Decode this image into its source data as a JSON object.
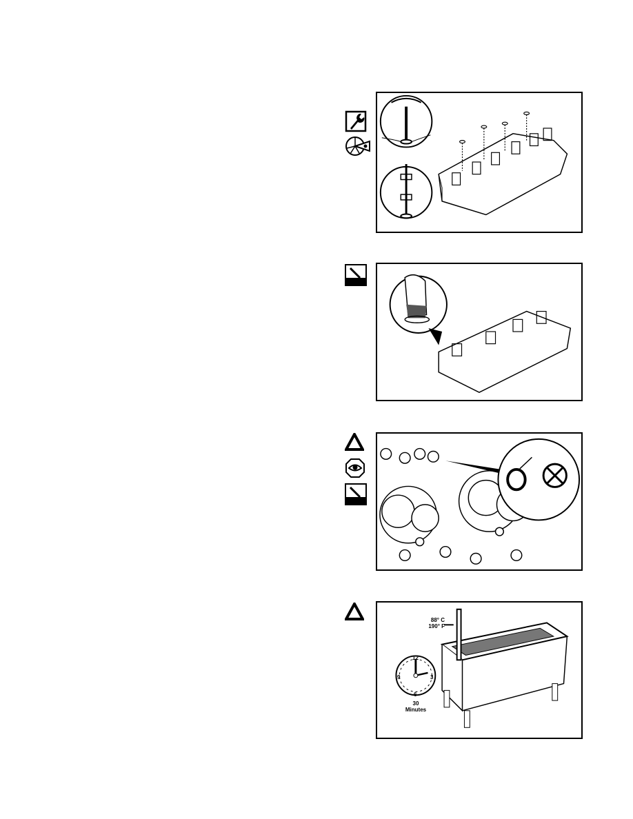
{
  "figures": [
    {
      "id": "valve-removal",
      "icons": [
        "wrench-icon",
        "inspect-pie-icon"
      ]
    },
    {
      "id": "valve-lapping",
      "icons": [
        "lubricate-icon"
      ]
    },
    {
      "id": "valve-seat-inspection",
      "icons": [
        "warning-triangle-icon",
        "eye-inspect-icon",
        "lubricate-icon"
      ]
    },
    {
      "id": "head-cleaning-tank",
      "icons": [
        "warning-triangle-icon"
      ],
      "temperature_c": "88° C",
      "temperature_f": "190° F",
      "clock": {
        "n12": "12",
        "n3": "3",
        "n6": "6",
        "n9": "9"
      },
      "duration_value": "30",
      "duration_unit": "Minutes"
    }
  ]
}
